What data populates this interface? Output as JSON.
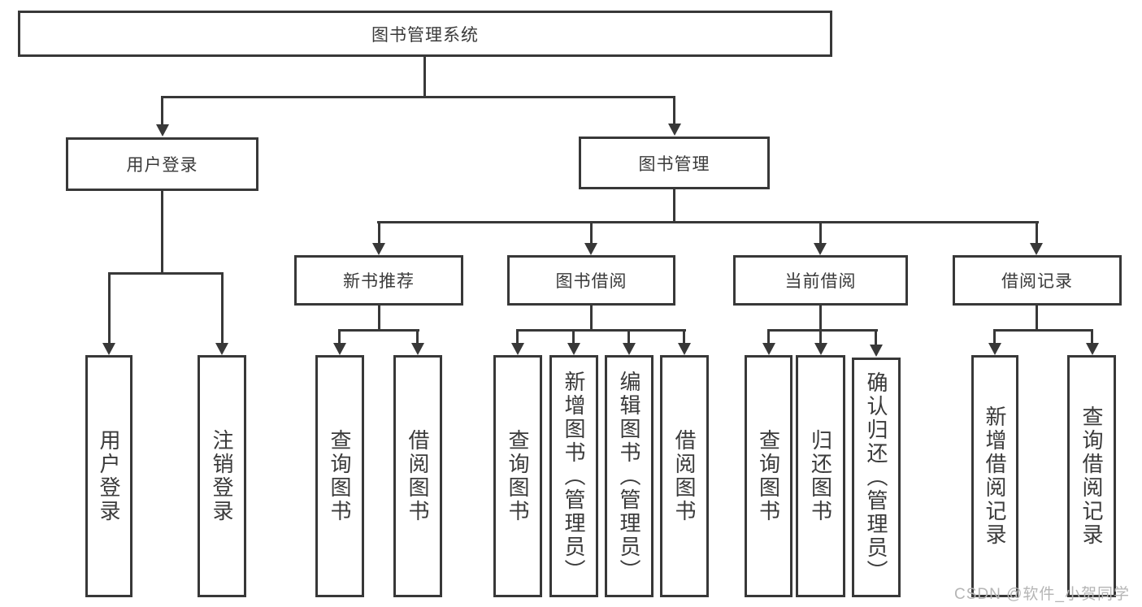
{
  "diagram": {
    "root": "图书管理系统",
    "user_login": {
      "label": "用户登录",
      "children": [
        "用户登录",
        "注销登录"
      ]
    },
    "book_mgmt": {
      "label": "图书管理",
      "sections": [
        {
          "label": "新书推荐",
          "children": [
            "查询图书",
            "借阅图书"
          ]
        },
        {
          "label": "图书借阅",
          "children": [
            "查询图书",
            "新增图书（管理员）",
            "编辑图书（管理员）",
            "借阅图书"
          ]
        },
        {
          "label": "当前借阅",
          "children": [
            "查询图书",
            "归还图书",
            "确认归还（管理员）"
          ]
        },
        {
          "label": "借阅记录",
          "children": [
            "新增借阅记录",
            "查询借阅记录"
          ]
        }
      ]
    },
    "colors": {
      "line": "#383838",
      "text": "#3a3a3a",
      "watermark_text": "#b5b5b5",
      "background": "#ffffff"
    }
  },
  "watermark": "CSDN @软件_小贺同学"
}
